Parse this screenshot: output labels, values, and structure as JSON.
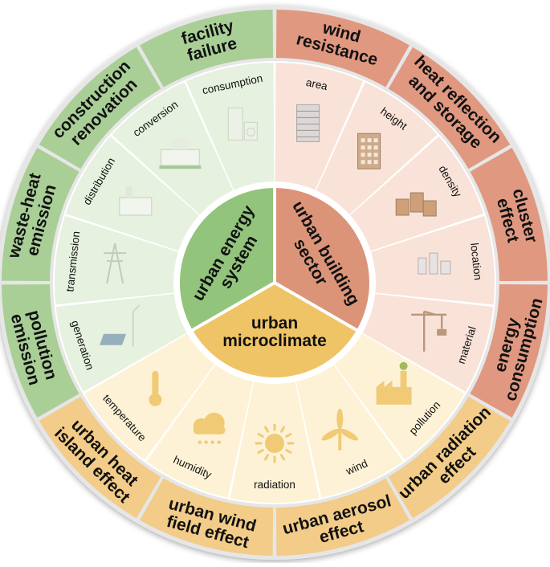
{
  "diagram": {
    "sectors": [
      {
        "id": "energy",
        "title": [
          "urban energy",
          "system"
        ],
        "colors": {
          "outer": "#a9cf97",
          "middle": "#e7f1df",
          "core": "#92c47c"
        },
        "factors": [
          "generation",
          "transmission",
          "distribution",
          "conversion",
          "consumption"
        ],
        "factor_icons": [
          "solar-wind-icon",
          "power-pylon-icon",
          "substation-icon",
          "power-plant-icon",
          "appliances-icon"
        ],
        "impacts": [
          [
            "pollution",
            "emission"
          ],
          [
            "waste-heat",
            "emission"
          ],
          [
            "construction",
            "renovation"
          ],
          [
            "facility",
            "failure"
          ]
        ]
      },
      {
        "id": "building",
        "title": [
          "urban building",
          "sector"
        ],
        "colors": {
          "outer": "#e09880",
          "middle": "#f9e3d9",
          "core": "#dc9479"
        },
        "factors": [
          "area",
          "height",
          "density",
          "location",
          "material"
        ],
        "factor_icons": [
          "office-tower-icon",
          "apartment-icon",
          "building-cluster-icon",
          "city-block-icon",
          "construction-crane-icon"
        ],
        "impacts": [
          [
            "wind",
            "resistance"
          ],
          [
            "heat reflection",
            "and storage"
          ],
          [
            "cluster",
            "effect"
          ],
          [
            "energy",
            "consumption"
          ]
        ]
      },
      {
        "id": "climate",
        "title": [
          "urban",
          "microclimate"
        ],
        "colors": {
          "outer": "#f2cc88",
          "middle": "#fdf2d6",
          "core": "#efc466"
        },
        "factors": [
          "pollution",
          "wind",
          "radiation",
          "humidity",
          "temperature"
        ],
        "factor_icons": [
          "factory-icon",
          "wind-turbine-icon",
          "sun-icon",
          "rain-cloud-icon",
          "thermometer-icon"
        ],
        "impacts": [
          [
            "urban radiation",
            "effect"
          ],
          [
            "urban aerosol",
            "effect"
          ],
          [
            "urban wind",
            "field effect"
          ],
          [
            "urban heat",
            "island effect"
          ]
        ]
      }
    ],
    "outline_color": "#ffffff",
    "rim_color": "#d9d9d9"
  }
}
